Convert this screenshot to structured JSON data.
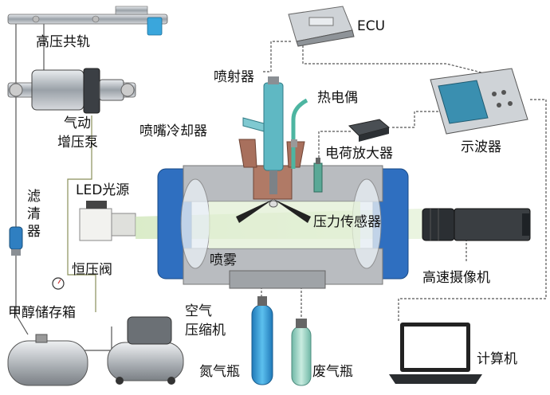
{
  "labels": {
    "rail": "高压共轨",
    "pump_1": "气动",
    "pump_2": "增压泵",
    "filter_1": "滤",
    "filter_2": "清",
    "filter_3": "器",
    "led": "LED光源",
    "valve": "恒压阀",
    "tank": "甲醇储存箱",
    "compressor_1": "空气",
    "compressor_2": "压缩机",
    "nitrogen": "氮气瓶",
    "exhaust": "废气瓶",
    "cooler": "喷嘴冷却器",
    "spray": "喷雾",
    "injector": "喷射器",
    "ecu": "ECU",
    "thermocouple": "热电偶",
    "charge_amp": "电荷放大器",
    "oscilloscope": "示波器",
    "pressure_sensor": "压力传感器",
    "camera": "高速摄像机",
    "computer": "计算机"
  },
  "colors": {
    "chamber_blue": "#2f6fc0",
    "chamber_gray": "#b9bcc0",
    "light_beam": "#cfe6b8",
    "cooler_brown": "#b07a66",
    "injector_teal": "#5fb8c3",
    "cylinder_blue": "#3ea6d8",
    "cylinder_green": "#9fd3c5"
  }
}
